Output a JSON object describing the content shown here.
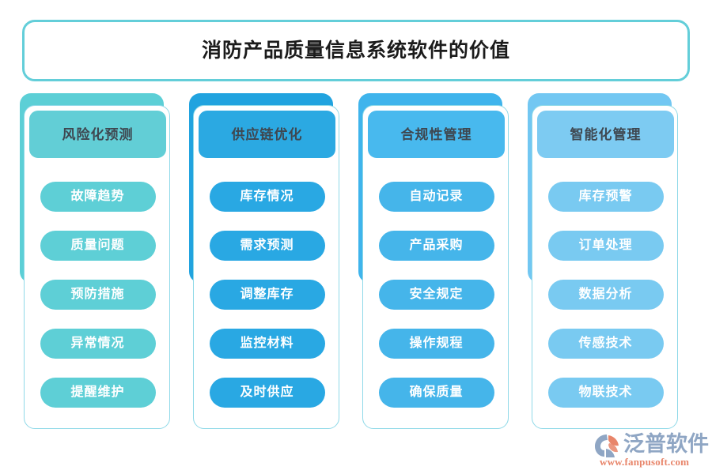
{
  "title": {
    "text": "消防产品质量信息系统软件的价值"
  },
  "theme": {
    "title_border": "#63ced9",
    "card_border": "#8fd9e8",
    "header_text": "#3e4750",
    "pill_text": "#ffffff",
    "background": "#ffffff"
  },
  "columns": [
    {
      "header": "风险化预测",
      "backdrop_color": "#5ccfd6",
      "header_color": "#62ced6",
      "pill_color": "#5ecfd6",
      "items": [
        {
          "label": "故障趋势"
        },
        {
          "label": "质量问题"
        },
        {
          "label": "预防措施"
        },
        {
          "label": "异常情况"
        },
        {
          "label": "提醒维护"
        }
      ]
    },
    {
      "header": "供应链优化",
      "backdrop_color": "#21a3df",
      "header_color": "#2ba9e2",
      "pill_color": "#29a8e3",
      "items": [
        {
          "label": "库存情况"
        },
        {
          "label": "需求预测"
        },
        {
          "label": "调整库存"
        },
        {
          "label": "监控材料"
        },
        {
          "label": "及时供应"
        }
      ]
    },
    {
      "header": "合规性管理",
      "backdrop_color": "#3fb4ec",
      "header_color": "#48b9ee",
      "pill_color": "#45b5ea",
      "items": [
        {
          "label": "自动记录"
        },
        {
          "label": "产品采购"
        },
        {
          "label": "安全规定"
        },
        {
          "label": "操作规程"
        },
        {
          "label": "确保质量"
        }
      ]
    },
    {
      "header": "智能化管理",
      "backdrop_color": "#72c7f2",
      "header_color": "#7dcbf2",
      "pill_color": "#79caf1",
      "items": [
        {
          "label": "库存预警"
        },
        {
          "label": "订单处理"
        },
        {
          "label": "数据分析"
        },
        {
          "label": "传感技术"
        },
        {
          "label": "物联技术"
        }
      ]
    }
  ],
  "logo": {
    "brand": "泛普软件",
    "url": "www.fanpusoft.com",
    "brand_color": "#8fa6c4",
    "url_color": "#e8856a",
    "mark_color_a": "#8fa6c4",
    "mark_color_b": "#e8856a"
  }
}
